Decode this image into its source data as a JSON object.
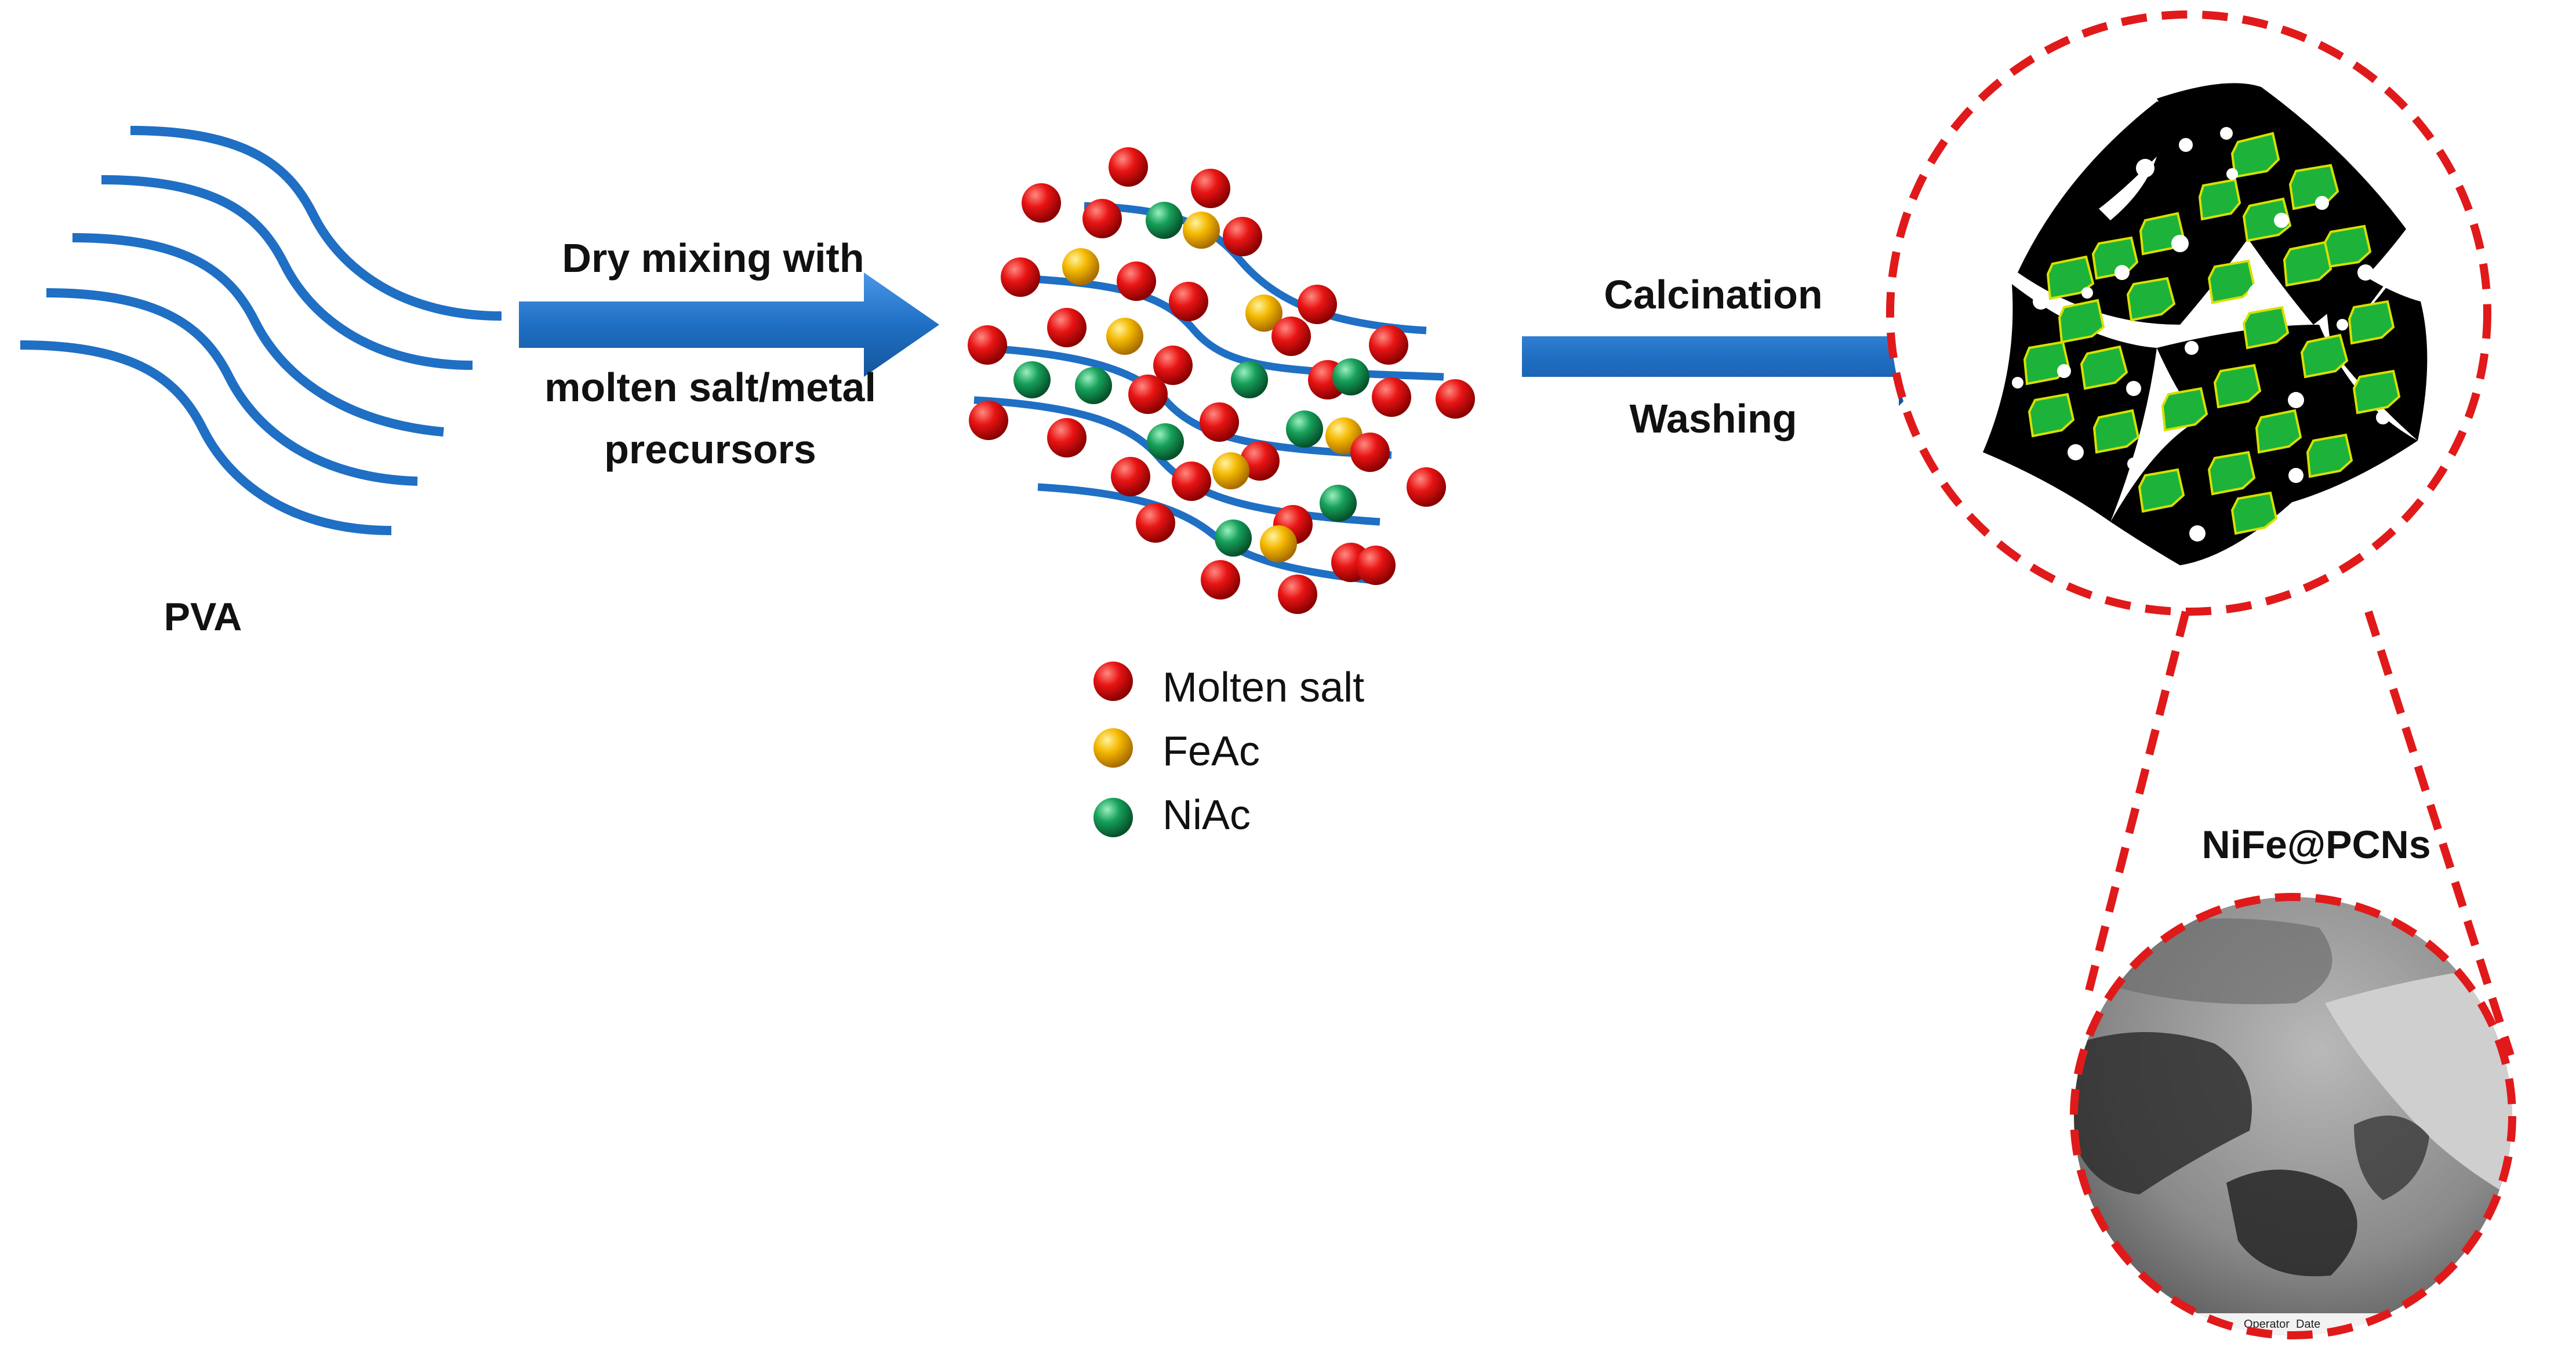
{
  "colors": {
    "polymer": "#1f6fc4",
    "arrow": "#2a78d4",
    "molten_salt": "#e01010",
    "feac": "#f0b400",
    "niac": "#18985a",
    "dashed_circle": "#e01a1a",
    "carbon": "#000000",
    "particle": "#1db33a"
  },
  "labels": {
    "pva": "PVA",
    "step1_line1": "Dry mixing with",
    "step1_line2": "molten salt/metal",
    "step1_line3": "precursors",
    "step2_line1": "Calcination",
    "step2_line2": "Washing",
    "product": "NiFe@PCNs",
    "tem_operator": "Operator",
    "tem_date": "Date"
  },
  "legend": [
    {
      "label": "Molten salt",
      "color_key": "molten_salt"
    },
    {
      "label": "FeAc",
      "color_key": "feac"
    },
    {
      "label": "NiAc",
      "color_key": "niac"
    }
  ]
}
